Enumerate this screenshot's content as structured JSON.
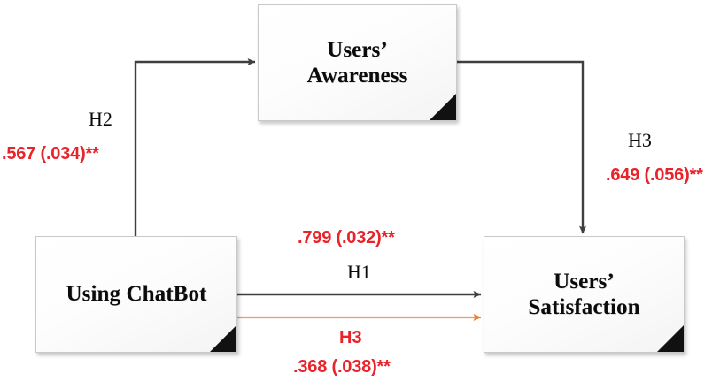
{
  "diagram": {
    "type": "path-model",
    "title": "Structural model: Using ChatBot, Users' Awareness, Users' Satisfaction",
    "colors": {
      "coefficient_red": "#e8232a",
      "mediation_orange": "#ed7d31",
      "edge_black": "#3f3f3f",
      "node_fill": "#fcfcfc",
      "node_border": "#c9c9c9",
      "corner_fold": "#111111"
    },
    "nodes": [
      {
        "id": "chatbot",
        "label": "Using ChatBot"
      },
      {
        "id": "awareness",
        "label": "Users’\nAwareness"
      },
      {
        "id": "satisfaction",
        "label": "Users’\nSatisfaction"
      }
    ],
    "node_labels": {
      "chatbot": "Using ChatBot",
      "awareness_line1": "Users’",
      "awareness_line2": "Awareness",
      "satisfaction_line1": "Users’",
      "satisfaction_line2": "Satisfaction"
    },
    "edges": [
      {
        "id": "h2",
        "from": "chatbot",
        "to": "awareness",
        "hypothesis": "H2",
        "coefficient": ".567 (.034)**",
        "estimate": 0.567,
        "std_error": 0.034,
        "significance": "**",
        "color": "#3f3f3f",
        "hypothesis_color": "#0a0a0a"
      },
      {
        "id": "h3-top",
        "from": "awareness",
        "to": "satisfaction",
        "hypothesis": "H3",
        "coefficient": ".649 (.056)**",
        "estimate": 0.649,
        "std_error": 0.056,
        "significance": "**",
        "color": "#3f3f3f",
        "hypothesis_color": "#0a0a0a"
      },
      {
        "id": "h1",
        "from": "chatbot",
        "to": "satisfaction",
        "hypothesis": "H1",
        "coefficient": ".799 (.032)**",
        "estimate": 0.799,
        "std_error": 0.032,
        "significance": "**",
        "color": "#3f3f3f",
        "hypothesis_color": "#0a0a0a"
      },
      {
        "id": "h3-bottom",
        "from": "chatbot",
        "to": "satisfaction",
        "hypothesis": "H3",
        "coefficient": ".368 (.038)**",
        "estimate": 0.368,
        "std_error": 0.038,
        "significance": "**",
        "color": "#ed7d31",
        "hypothesis_color": "#e8232a"
      }
    ],
    "labels": {
      "h2": "H2",
      "coef_h2": ".567 (.034)**",
      "h3_top": "H3",
      "coef_h3_top": ".649 (.056)**",
      "coef_h1": ".799 (.032)**",
      "h1": "H1",
      "h3_bottom": "H3",
      "coef_h3_bottom": ".368 (.038)**"
    }
  }
}
